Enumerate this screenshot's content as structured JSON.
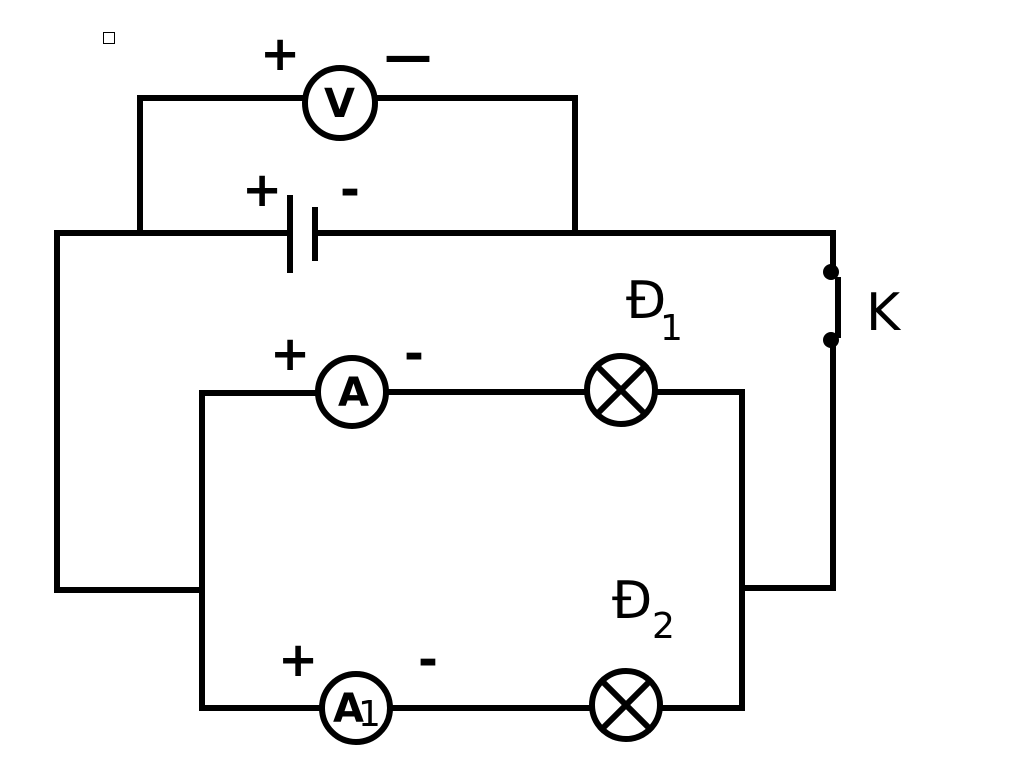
{
  "colors": {
    "ink": "#000000",
    "paper": "#ffffff"
  },
  "voltmeter": {
    "symbol": "V",
    "plus": "+",
    "minus": "—"
  },
  "battery": {
    "plus": "+",
    "minus": "-"
  },
  "ammeter": {
    "symbol": "A",
    "plus": "+",
    "minus": "-"
  },
  "ammeter1": {
    "symbol": "A",
    "subscript": "1",
    "plus": "+",
    "minus": "-"
  },
  "lamp1": {
    "letter": "Đ",
    "subscript": "1"
  },
  "lamp2": {
    "letter": "Đ",
    "subscript": "2"
  },
  "switch": {
    "label": "K"
  },
  "icons": [
    "battery-icon",
    "voltmeter-icon",
    "ammeter-icon",
    "lamp-icon",
    "switch-icon"
  ]
}
